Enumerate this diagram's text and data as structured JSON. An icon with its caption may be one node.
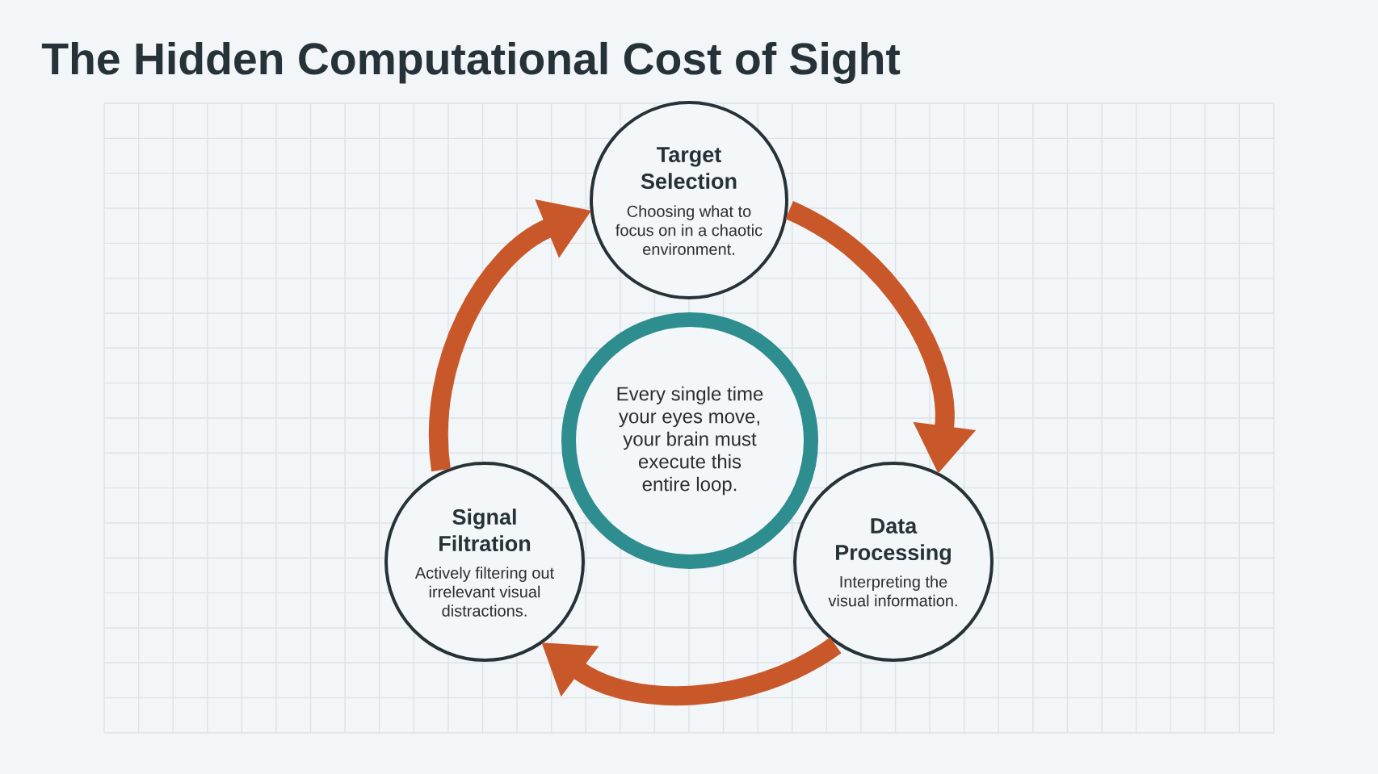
{
  "diagram": {
    "title": "The Hidden Computational Cost of Sight",
    "nodes": [
      {
        "text": [
          "Target Selection",
          "Choosing what to focus on in a chaotic environment."
        ]
      },
      {
        "text": [
          "Every single time your eyes move, your brain must execute this entire loop."
        ]
      },
      {
        "text": [
          "Signal Filtration",
          "Actively filtering out irrelevant visual distractions."
        ]
      },
      {
        "text": [
          "Data Processing",
          "Interpreting the visual information."
        ]
      }
    ],
    "edges": [
      {
        "from": 0,
        "to": 3,
        "arrow": "to"
      },
      {
        "from": 3,
        "to": 2,
        "arrow": "to"
      },
      {
        "from": 2,
        "to": 0,
        "arrow": "to"
      }
    ]
  }
}
